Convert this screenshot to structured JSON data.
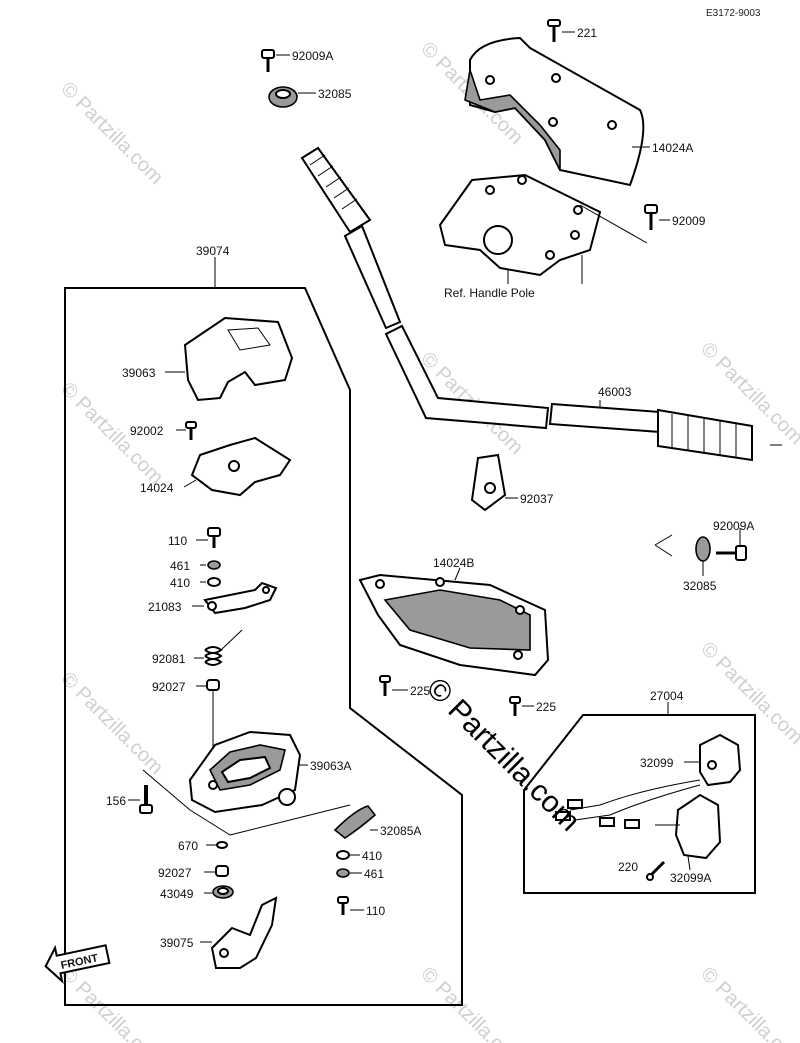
{
  "diagram_code": "E3172-9003",
  "watermark": {
    "short": "© Partzilla.com",
    "big": "© Partzilla.com"
  },
  "front_label": "FRONT",
  "groups": [
    {
      "id": "39074",
      "label": "39074"
    },
    {
      "id": "27004",
      "label": "27004"
    }
  ],
  "labels": {
    "p221": "221",
    "p92009A_top": "92009A",
    "p32085_top": "32085",
    "p14024A": "14024A",
    "p92009": "92009",
    "ref_handle_pole": "Ref. Handle Pole",
    "p39074": "39074",
    "p39063": "39063",
    "p92002": "92002",
    "p14024": "14024",
    "p46003": "46003",
    "p92037": "92037",
    "p92009A_right": "92009A",
    "p32085_right": "32085",
    "p110_top": "110",
    "p461_top": "461",
    "p410_top": "410",
    "p21083": "21083",
    "p14024B": "14024B",
    "p92081": "92081",
    "p92027_top": "92027",
    "p225_left": "225",
    "p225_right": "225",
    "p27004": "27004",
    "p39063A": "39063A",
    "p32099": "32099",
    "p156": "156",
    "p32085A": "32085A",
    "p670": "670",
    "p410_bottom": "410",
    "p92027_bottom": "92027",
    "p461_bottom": "461",
    "p220": "220",
    "p32099A": "32099A",
    "p43049": "43049",
    "p110_bottom": "110",
    "p39075": "39075"
  }
}
